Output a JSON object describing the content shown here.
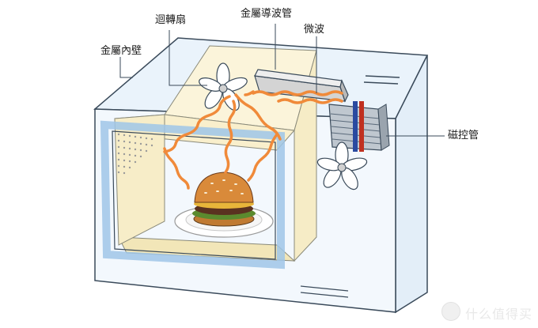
{
  "labels": {
    "fan": "迴轉扇",
    "waveguide": "金屬導波管",
    "microwave": "微波",
    "metal_wall": "金屬內壁",
    "magnetron": "磁控管"
  },
  "watermark": {
    "text": "什么值得买"
  },
  "colors": {
    "microwave_path": "#f08a3a",
    "wall_fill": "#fbf4da",
    "frame_blue": "#d9ebf8",
    "outline": "#3a4a5a"
  }
}
